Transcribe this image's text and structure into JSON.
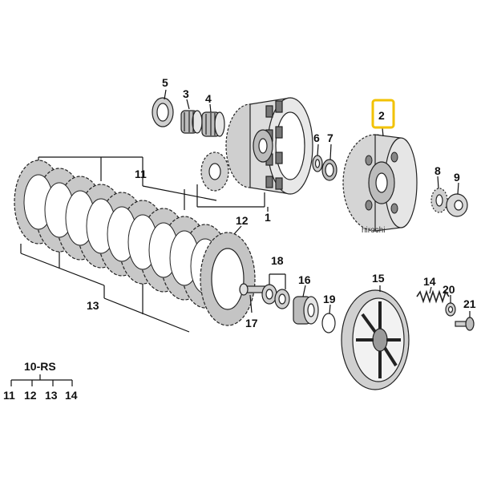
{
  "callouts": {
    "n1": "1",
    "n2": "2",
    "n3": "3",
    "n4": "4",
    "n5": "5",
    "n6": "6",
    "n7": "7",
    "n8": "8",
    "n9": "9",
    "n11": "11",
    "n12": "12",
    "n13": "13",
    "n14": "14",
    "n15": "15",
    "n16": "16",
    "n17": "17",
    "n18": "18",
    "n19": "19",
    "n20": "20",
    "n21": "21"
  },
  "legend": {
    "title": "10-RS",
    "items": [
      "11",
      "12",
      "13",
      "14"
    ]
  },
  "watermark": "hirochi",
  "colors": {
    "highlight": "#f2c200",
    "ink": "#111111",
    "part_fill": "#d9d9d9",
    "part_dark": "#8c8c8c"
  }
}
